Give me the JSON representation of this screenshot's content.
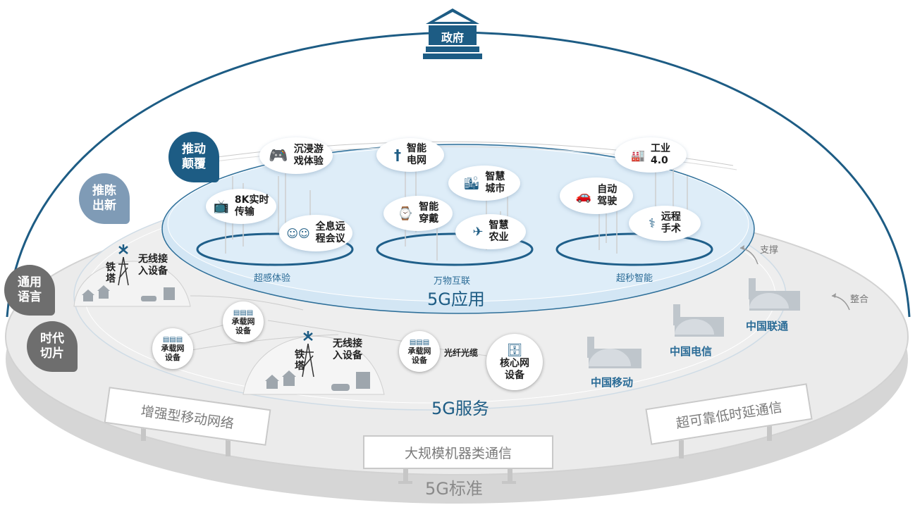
{
  "government": {
    "label": "政府"
  },
  "tags": {
    "disrupt": [
      "推动",
      "颠覆"
    ],
    "renew": [
      "推陈",
      "出新"
    ],
    "common_language": [
      "通用",
      "语言"
    ],
    "era_slice": [
      "时代",
      "切片"
    ]
  },
  "applications": {
    "title": "5G应用",
    "groups": [
      "超感体验",
      "万物互联",
      "超秒智能"
    ],
    "items": [
      {
        "label": [
          "沉浸游",
          "戏体验"
        ],
        "icon": "gamepad-icon"
      },
      {
        "label": [
          "8K实时",
          "传输"
        ],
        "icon": "tv-icon"
      },
      {
        "label": [
          "全息远",
          "程会议"
        ],
        "icon": "meeting-icon"
      },
      {
        "label": [
          "智能",
          "电网"
        ],
        "icon": "power-pole-icon"
      },
      {
        "label": [
          "智慧",
          "城市"
        ],
        "icon": "city-icon"
      },
      {
        "label": [
          "智能",
          "穿戴"
        ],
        "icon": "watch-icon"
      },
      {
        "label": [
          "智慧",
          "农业"
        ],
        "icon": "drone-icon"
      },
      {
        "label": [
          "工业",
          "4.0"
        ],
        "icon": "factory-icon"
      },
      {
        "label": [
          "自动",
          "驾驶"
        ],
        "icon": "car-icon"
      },
      {
        "label": [
          "远程",
          "手术"
        ],
        "icon": "surgery-icon"
      }
    ]
  },
  "services": {
    "title": "5G服务",
    "tower_label": [
      "铁",
      "塔"
    ],
    "radio_label": [
      "无线接",
      "入设备"
    ],
    "transport_label": [
      "承载网",
      "设备"
    ],
    "fiber_label": "光纤光缆",
    "core_label": [
      "核心网",
      "设备"
    ]
  },
  "operators": {
    "items": [
      "中国移动",
      "中国电信",
      "中国联通"
    ],
    "support_label": "支撑",
    "integrate_label": "整合"
  },
  "standards": {
    "title": "5G标准",
    "items": [
      "增强型移动网络",
      "大规模机器类通信",
      "超可靠低时延通信"
    ]
  },
  "colors": {
    "navy": "#1d5c84",
    "steel": "#7f9bb6",
    "gray_tag": "#6e6e6e",
    "light_blue": "#cfe3f2",
    "platform": "#e6e6e6",
    "operator_blue": "#2a6b96"
  }
}
